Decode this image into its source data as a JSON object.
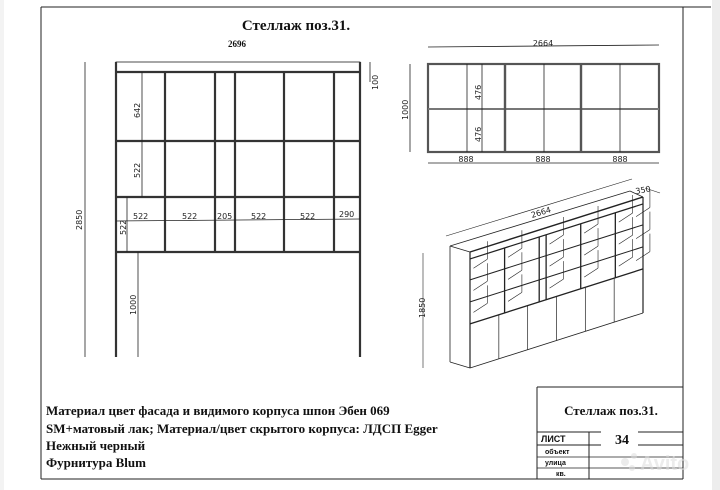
{
  "title": "Стеллаж поз.31.",
  "front_view": {
    "overall_width": "2696",
    "overall_height": "2850",
    "top_band": "100",
    "row_heights": [
      "642",
      "522",
      "522"
    ],
    "leg_height": "1000",
    "column_widths": [
      "522",
      "522",
      "205",
      "522",
      "522",
      "290"
    ]
  },
  "plan_view": {
    "overall_width": "2664",
    "height": "1000",
    "half_heights": [
      "476",
      "476"
    ],
    "section_widths": [
      "888",
      "888",
      "888"
    ]
  },
  "iso_view": {
    "width_label": "2664",
    "depth_label": "350",
    "height_label": "1850"
  },
  "materials": [
    "Материал цвет фасада и видимого корпуса шпон Эбен 069",
    "SM+матовый лак; Материал/цвет скрытого корпуса: ЛДСП Egger",
    "Нежный черный",
    "Фурнитура Blum"
  ],
  "title_block": {
    "title": "Стеллаж поз.31.",
    "sheet_label": "ЛИСТ",
    "sheet_number": "34",
    "object_label": "объект",
    "street_label": "улица",
    "apt_label": "кв."
  },
  "watermark": "Avito"
}
